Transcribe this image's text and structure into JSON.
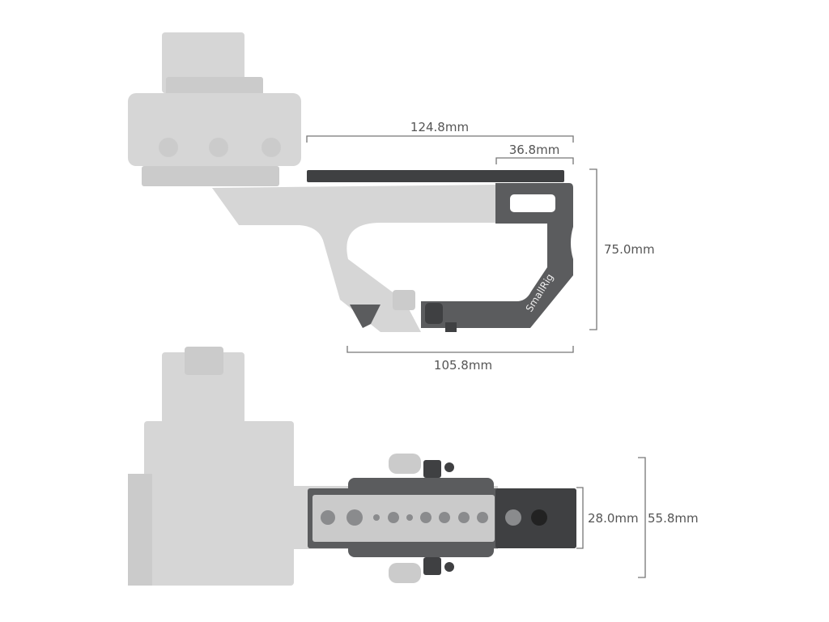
{
  "brand": "SmallRig",
  "side_view": {
    "dimensions": {
      "overall_length": "124.8mm",
      "top_section_length": "36.8mm",
      "height": "75.0mm",
      "bottom_length": "105.8mm"
    }
  },
  "top_view": {
    "dimensions": {
      "plate_width": "28.0mm",
      "overall_width": "55.8mm"
    }
  },
  "colors": {
    "product": "#5b5c5e",
    "ghost_camera": "#d6d6d6",
    "dimension_lines": "#777777"
  }
}
